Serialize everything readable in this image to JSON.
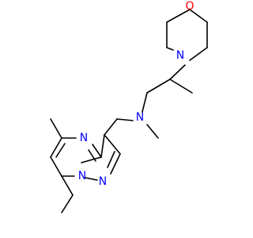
{
  "colors": {
    "background": "#ffffff",
    "bond": "#000000",
    "nitrogen": "#0000ff",
    "oxygen": "#ff0000"
  },
  "atoms": {
    "O1": {
      "label": "O",
      "element": "oxygen"
    },
    "N_morpholine": {
      "label": "N",
      "element": "nitrogen"
    },
    "N_amine": {
      "label": "N",
      "element": "nitrogen"
    },
    "N_ring_top": {
      "label": "N",
      "element": "nitrogen"
    },
    "N_bridge": {
      "label": "N",
      "element": "nitrogen"
    },
    "N_pyrazole": {
      "label": "N",
      "element": "nitrogen"
    }
  }
}
